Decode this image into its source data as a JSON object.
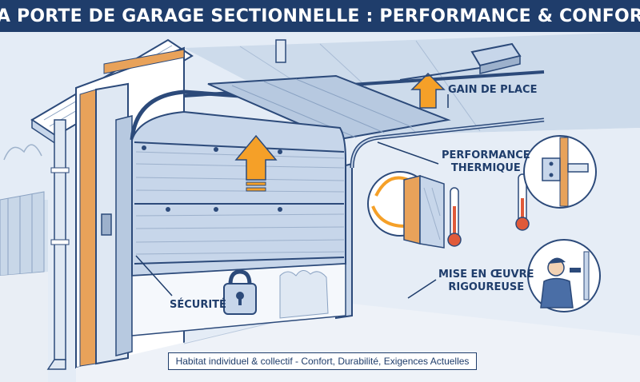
{
  "title": "LA PORTE DE GARAGE SECTIONNELLE : PERFORMANCE & CONFORT",
  "callouts": {
    "space": "GAIN DE PLACE",
    "thermal_line1": "PERFORMANCE",
    "thermal_line2": "THERMIQUE",
    "install_line1": "MISE EN ŒUVRE",
    "install_line2": "RIGOUREUSE",
    "security": "SÉCURITÉ"
  },
  "footer": "Habitat individuel & collectif - Confort, Durabilité, Exigences Actuelles",
  "colors": {
    "navy": "#1f3d6b",
    "outline": "#2c4a7a",
    "accent_orange": "#f5a028",
    "panel_blue": "#c7d6ea",
    "wall_light": "#dfe8f3",
    "insulation": "#e8a25a"
  },
  "icons": [
    "padlock-icon",
    "thermometer-icon",
    "arrow-up-icon",
    "bracket-icon",
    "installer-icon",
    "motor-icon"
  ]
}
